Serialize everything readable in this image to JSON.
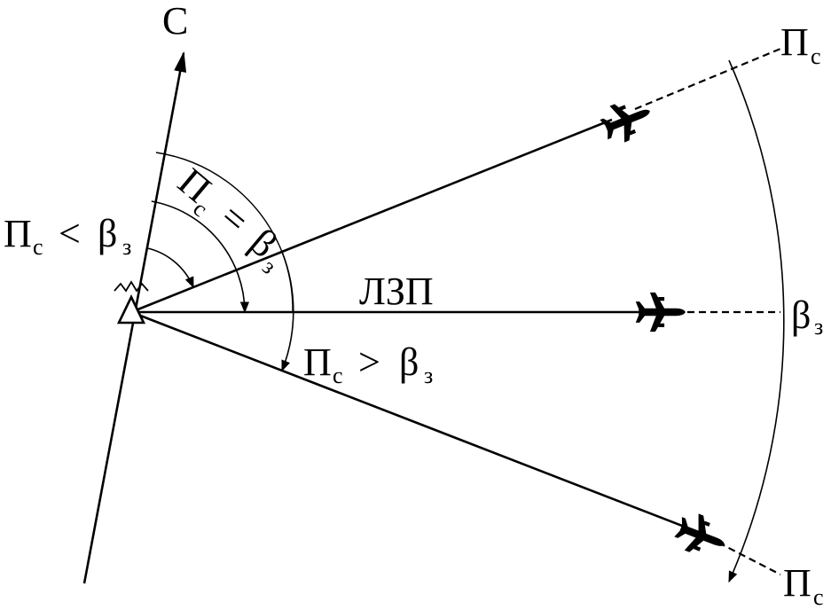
{
  "diagram": {
    "north_label": "С",
    "track_line_label": "ЛЗП",
    "bearing_label": {
      "main": "β",
      "sub": "з"
    },
    "upper_end_label": {
      "main": "П",
      "sub": "с"
    },
    "lower_end_label": {
      "main": "П",
      "sub": "с"
    },
    "less_relation": {
      "left": "П",
      "left_sub": "с",
      "op": "<",
      "right": "β",
      "right_sub": "з"
    },
    "equal_relation": {
      "left": "П",
      "left_sub": "с",
      "op": "=",
      "right": "β",
      "right_sub": "з"
    },
    "greater_relation": {
      "left": "П",
      "left_sub": "с",
      "op": ">",
      "right": "β",
      "right_sub": "з"
    }
  },
  "colors": {
    "ink": "#000000",
    "background": "#ffffff"
  },
  "icons": [
    "airplane-icon",
    "triangle-station-icon",
    "north-arrow-icon"
  ]
}
